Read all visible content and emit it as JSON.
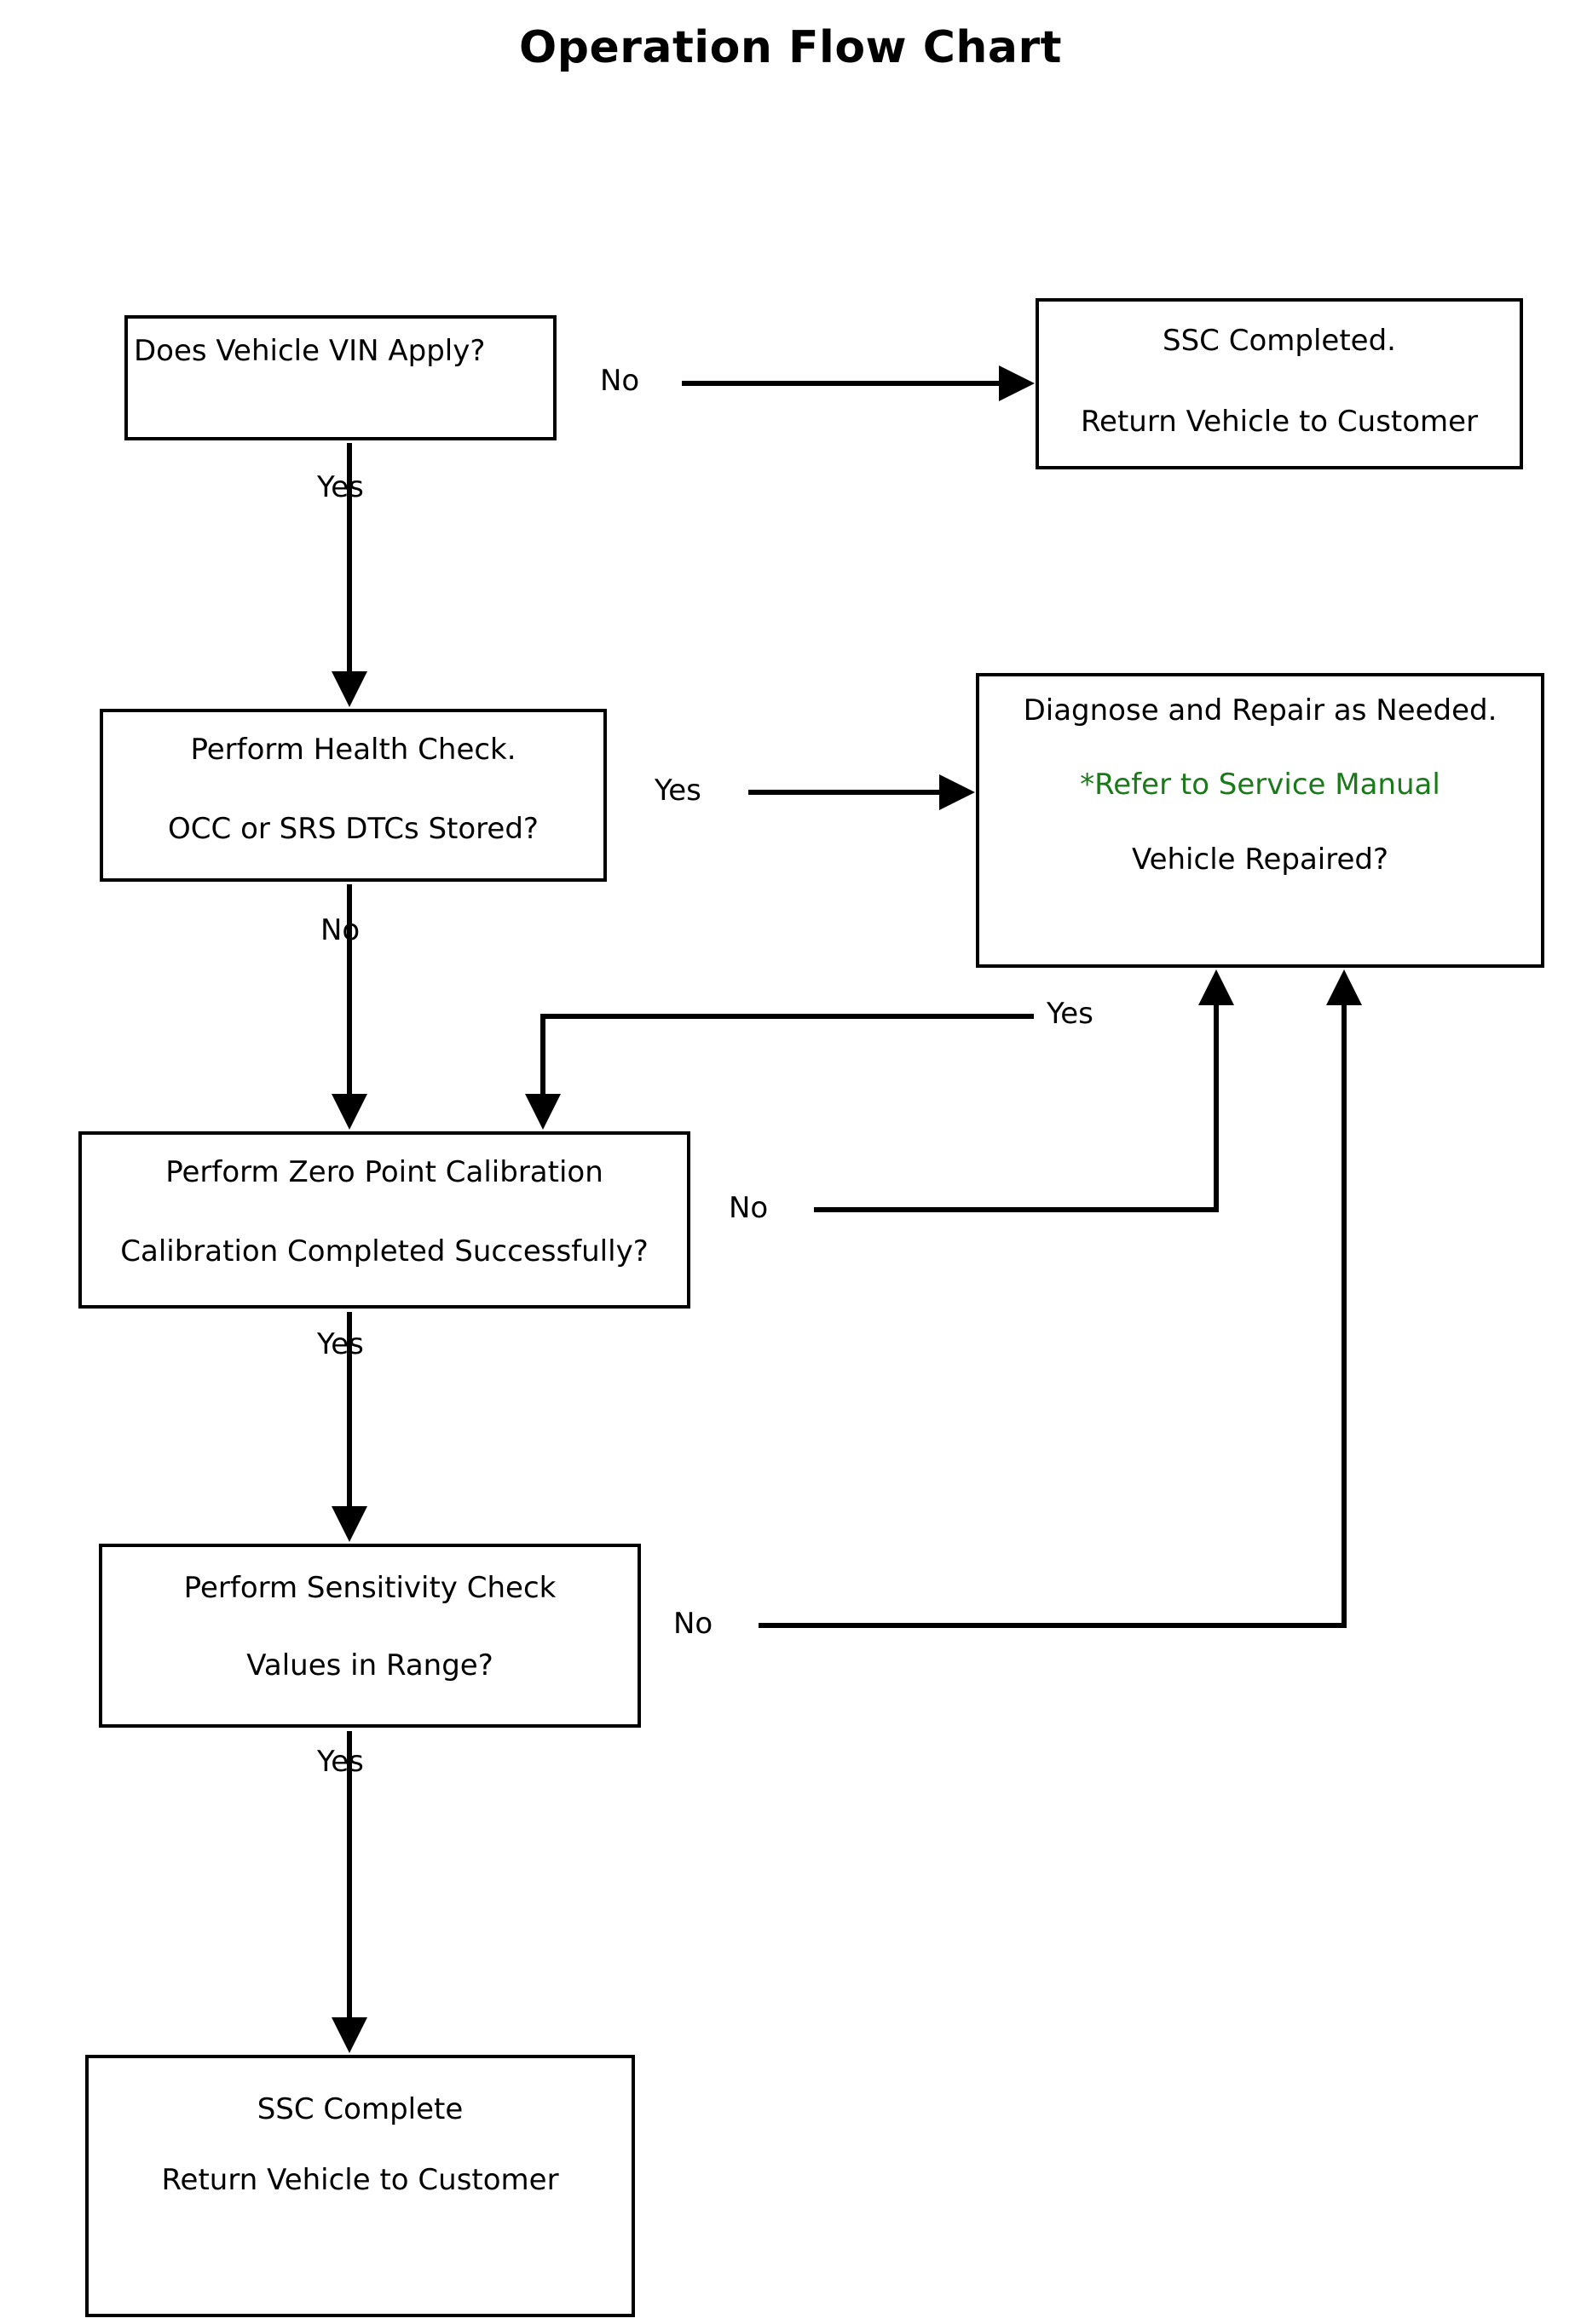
{
  "title": "Operation Flow Chart",
  "colors": {
    "stroke": "#000000",
    "background": "#ffffff",
    "note_green": "#1a7a1a"
  },
  "chart_data": {
    "type": "diagram",
    "diagram_type": "flowchart",
    "title": "Operation Flow Chart",
    "orientation": "top-to-bottom",
    "nodes": [
      {
        "id": "vin",
        "shape": "rectangle",
        "lines": [
          "Does Vehicle VIN Apply?"
        ],
        "align": "left"
      },
      {
        "id": "ssc_completed",
        "shape": "rectangle",
        "lines": [
          "SSC Completed.",
          "Return Vehicle to Customer"
        ],
        "align": "center"
      },
      {
        "id": "health_check",
        "shape": "rectangle",
        "lines": [
          "Perform Health Check.",
          "OCC or SRS DTCs Stored?"
        ],
        "align": "center"
      },
      {
        "id": "diagnose_repair",
        "shape": "rectangle",
        "lines": [
          "Diagnose and Repair as Needed.",
          "*Refer to Service Manual",
          "Vehicle Repaired?"
        ],
        "line_colors": [
          "#000000",
          "#1a7a1a",
          "#000000"
        ],
        "align": "center"
      },
      {
        "id": "zero_point",
        "shape": "rectangle",
        "lines": [
          "Perform Zero Point Calibration",
          "Calibration Completed Successfully?"
        ],
        "align": "center"
      },
      {
        "id": "sensitivity",
        "shape": "rectangle",
        "lines": [
          "Perform Sensitivity Check",
          "Values in Range?"
        ],
        "align": "center"
      },
      {
        "id": "ssc_complete",
        "shape": "rectangle",
        "lines": [
          "SSC Complete",
          "Return Vehicle to Customer"
        ],
        "align": "center"
      }
    ],
    "edges": [
      {
        "from": "vin",
        "to": "ssc_completed",
        "label": "No"
      },
      {
        "from": "vin",
        "to": "health_check",
        "label": "Yes"
      },
      {
        "from": "health_check",
        "to": "diagnose_repair",
        "label": "Yes"
      },
      {
        "from": "health_check",
        "to": "zero_point",
        "label": "No"
      },
      {
        "from": "diagnose_repair",
        "to": "zero_point",
        "label": "Yes"
      },
      {
        "from": "zero_point",
        "to": "diagnose_repair",
        "label": "No"
      },
      {
        "from": "zero_point",
        "to": "sensitivity",
        "label": "Yes"
      },
      {
        "from": "sensitivity",
        "to": "diagnose_repair",
        "label": "No"
      },
      {
        "from": "sensitivity",
        "to": "ssc_complete",
        "label": "Yes"
      }
    ]
  },
  "nodes": {
    "vin": {
      "l1": "Does Vehicle VIN Apply?"
    },
    "ssc_completed": {
      "l1": "SSC Completed.",
      "l2": "Return Vehicle to Customer"
    },
    "health_check": {
      "l1": "Perform Health Check.",
      "l2": "OCC or SRS DTCs Stored?"
    },
    "diagnose_repair": {
      "l1": "Diagnose and Repair as Needed.",
      "l2": "*Refer to Service Manual",
      "l3": "Vehicle Repaired?"
    },
    "zero_point": {
      "l1": "Perform Zero Point Calibration",
      "l2": "Calibration Completed Successfully?"
    },
    "sensitivity": {
      "l1": "Perform Sensitivity Check",
      "l2": "Values in Range?"
    },
    "ssc_complete": {
      "l1": "SSC Complete",
      "l2": "Return Vehicle to Customer"
    }
  },
  "edge_labels": {
    "vin_no": "No",
    "vin_yes": "Yes",
    "health_yes": "Yes",
    "health_no": "No",
    "diagnose_yes": "Yes",
    "zero_no": "No",
    "zero_yes": "Yes",
    "sens_no": "No",
    "sens_yes": "Yes"
  }
}
